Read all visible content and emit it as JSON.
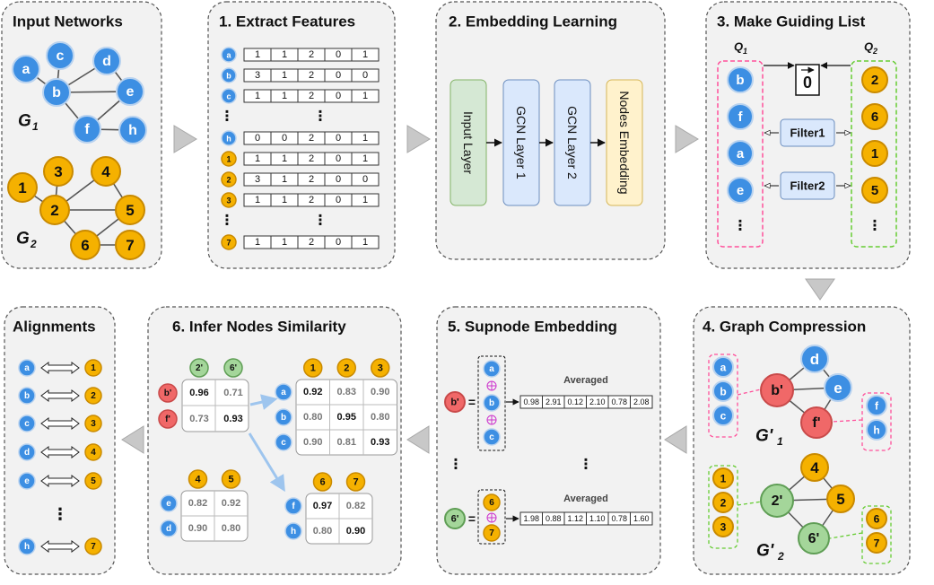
{
  "colors": {
    "panel_fill": "#f2f2f2",
    "panel_stroke": "#555555",
    "node_blue": "#3d8fe3",
    "node_blue_stroke": "#b8d2ef",
    "node_orange": "#f5b100",
    "node_orange_stroke": "#c98a00",
    "node_red": "#f06868",
    "node_green": "#a4d69a",
    "input_layer_fill": "#d5e8d4",
    "gcn_fill": "#dae8fc",
    "embed_fill": "#fff2cc",
    "filter_fill": "#dae8fc",
    "pink_dash": "#ff4f9a",
    "green_dash": "#66cc33",
    "flow_arrow": "#c8c8c8",
    "link_arrow": "#9ec5ee",
    "plus": "#cc33cc"
  },
  "panels": {
    "p0": {
      "title": "Input Networks"
    },
    "p1": {
      "title": "1. Extract Features"
    },
    "p2": {
      "title": "2. Embedding Learning"
    },
    "p3": {
      "title": "3. Make Guiding List"
    },
    "p4": {
      "title": "4. Graph Compression"
    },
    "p5": {
      "title": "5. Supnode Embedding"
    },
    "p6": {
      "title": "6. Infer Nodes Similarity"
    },
    "p7": {
      "title": "Alignments"
    }
  },
  "input_networks": {
    "g1": {
      "label_main": "G",
      "label_sub": "1",
      "nodes": [
        "a",
        "b",
        "c",
        "d",
        "e",
        "f",
        "h"
      ]
    },
    "g2": {
      "label_main": "G",
      "label_sub": "2",
      "nodes": [
        "1",
        "2",
        "3",
        "4",
        "5",
        "6",
        "7"
      ]
    }
  },
  "features": {
    "rows": [
      {
        "node": "a",
        "type": "blue",
        "values": [
          "1",
          "1",
          "2",
          "0",
          "1"
        ]
      },
      {
        "node": "b",
        "type": "blue",
        "values": [
          "3",
          "1",
          "2",
          "0",
          "0"
        ]
      },
      {
        "node": "c",
        "type": "blue",
        "values": [
          "1",
          "1",
          "2",
          "0",
          "1"
        ]
      },
      {
        "node": "h",
        "type": "blue",
        "values": [
          "0",
          "0",
          "2",
          "0",
          "1"
        ]
      },
      {
        "node": "1",
        "type": "orange",
        "values": [
          "1",
          "1",
          "2",
          "0",
          "1"
        ]
      },
      {
        "node": "2",
        "type": "orange",
        "values": [
          "3",
          "1",
          "2",
          "0",
          "0"
        ]
      },
      {
        "node": "3",
        "type": "orange",
        "values": [
          "1",
          "1",
          "2",
          "0",
          "1"
        ]
      },
      {
        "node": "7",
        "type": "orange",
        "values": [
          "1",
          "1",
          "2",
          "0",
          "1"
        ]
      }
    ],
    "ellipsis": "⋮"
  },
  "embedding": {
    "layers": [
      "Input Layer",
      "GCN Layer 1",
      "GCN Layer 2",
      "Nodes Embedding"
    ]
  },
  "guiding": {
    "q1_main": "Q",
    "q1_sub": "1",
    "q2_main": "Q",
    "q2_sub": "2",
    "q1_nodes": [
      "b",
      "f",
      "a",
      "e"
    ],
    "q2_nodes": [
      "2",
      "6",
      "1",
      "5"
    ],
    "zero_vector": "0",
    "filters": [
      "Filter1",
      "Filter2"
    ],
    "ellipsis": "⋮"
  },
  "compression": {
    "g1_label_main": "G'",
    "g1_label_sub": "1",
    "g2_label_main": "G'",
    "g2_label_sub": "2",
    "g1_super": [
      "b'",
      "f'"
    ],
    "g1_keep": [
      "d",
      "e"
    ],
    "g1_group_b": [
      "a",
      "b",
      "c"
    ],
    "g1_group_f": [
      "f",
      "h"
    ],
    "g2_super": [
      "2'",
      "6'"
    ],
    "g2_keep": [
      "4",
      "5"
    ],
    "g2_group_2": [
      "1",
      "2",
      "3"
    ],
    "g2_group_6": [
      "6",
      "7"
    ]
  },
  "supnode": {
    "s1_label": "b'",
    "s1_members": [
      "a",
      "b",
      "c"
    ],
    "s1_values": [
      "0.98",
      "2.91",
      "0.12",
      "2.10",
      "0.78",
      "2.08"
    ],
    "s2_label": "6'",
    "s2_members": [
      "6",
      "7"
    ],
    "s2_values": [
      "1.98",
      "0.88",
      "1.12",
      "1.10",
      "0.78",
      "1.60"
    ],
    "averaged": "Averaged",
    "equals": "=",
    "plus": "⊕",
    "ellipsis": "⋮"
  },
  "similarity": {
    "top_cols": [
      "2'",
      "6'"
    ],
    "top_rows": [
      "b'",
      "f'"
    ],
    "top_vals": [
      [
        "0.96",
        "0.71"
      ],
      [
        "0.73",
        "0.93"
      ]
    ],
    "big_cols": [
      "1",
      "2",
      "3"
    ],
    "big_rows": [
      "a",
      "b",
      "c"
    ],
    "big_vals": [
      [
        "0.92",
        "0.83",
        "0.90"
      ],
      [
        "0.80",
        "0.95",
        "0.80"
      ],
      [
        "0.90",
        "0.81",
        "0.93"
      ]
    ],
    "low_cols": [
      "4",
      "5"
    ],
    "low_rows": [
      "e",
      "d"
    ],
    "low_vals": [
      [
        "0.82",
        "0.92"
      ],
      [
        "0.90",
        "0.80"
      ]
    ],
    "small_cols": [
      "6",
      "7"
    ],
    "small_rows": [
      "f",
      "h"
    ],
    "small_vals": [
      [
        "0.97",
        "0.82"
      ],
      [
        "0.80",
        "0.90"
      ]
    ]
  },
  "alignments": {
    "pairs": [
      {
        "left": "a",
        "right": "1"
      },
      {
        "left": "b",
        "right": "2"
      },
      {
        "left": "c",
        "right": "3"
      },
      {
        "left": "d",
        "right": "4"
      },
      {
        "left": "e",
        "right": "5"
      },
      {
        "left": "h",
        "right": "7"
      }
    ],
    "ellipsis": "⋮"
  }
}
